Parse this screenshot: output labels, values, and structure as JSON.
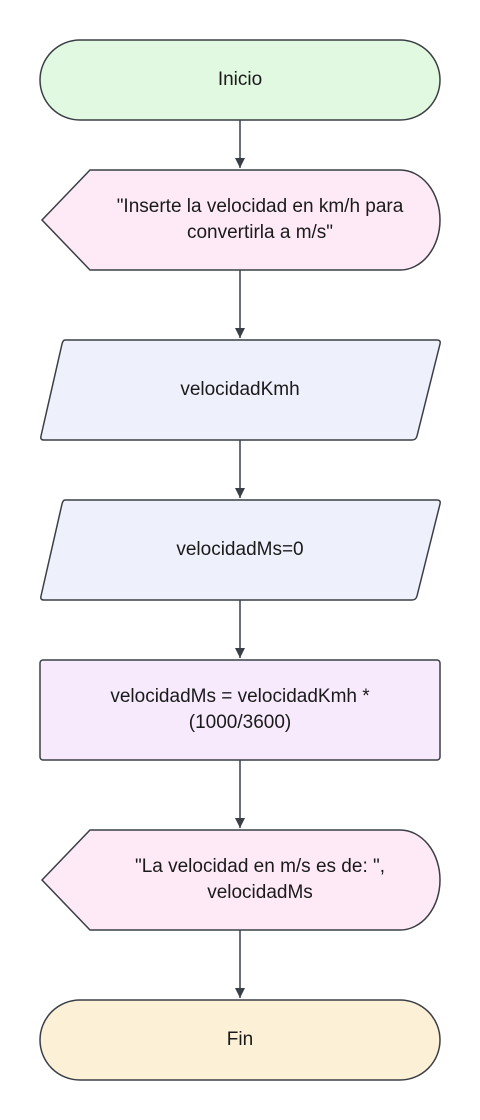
{
  "flowchart": {
    "start": {
      "text": "Inicio"
    },
    "display_prompt": {
      "text": "\"Inserte la velocidad en km/h para\nconvertirla a m/s\""
    },
    "input_speed": {
      "text": "velocidadKmh"
    },
    "init_ms": {
      "text": "velocidadMs=0"
    },
    "process": {
      "text": "velocidadMs = velocidadKmh *\n(1000/3600)"
    },
    "display_result": {
      "text": "\"La velocidad en m/s es de: \",\nvelocidadMs"
    },
    "end": {
      "text": "Fin"
    }
  },
  "colors": {
    "start_fill": "#e2f9e1",
    "display_fill": "#fdeaf6",
    "input_fill": "#eef0fb",
    "process_fill": "#f7eafd",
    "end_fill": "#fcf1d7",
    "stroke": "#3a3f45"
  }
}
